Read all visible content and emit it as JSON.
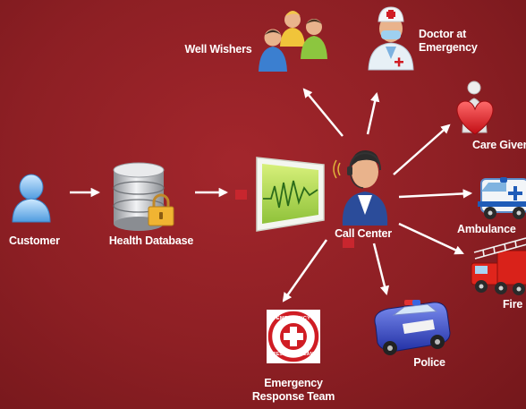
{
  "nodes": {
    "customer": "Customer",
    "health_database": "Health Database",
    "call_center": "Call Center",
    "well_wishers": "Well Wishers",
    "doctor": [
      "Doctor at",
      "Emergency"
    ],
    "care_giver": "Care Giver",
    "ambulance": "Ambulance",
    "fire": "Fire",
    "police": "Police",
    "ert": [
      "Emergency",
      "Response Team"
    ]
  },
  "badge": {
    "top": "EMERGENCY",
    "bottom": "RESPONSE TEAM"
  },
  "colors": {
    "background": "#8d1f24",
    "arrow": "#ffffff",
    "connector": "#c8262e",
    "monitor_screen": "#b7df52",
    "ert_red": "#d01d24"
  }
}
